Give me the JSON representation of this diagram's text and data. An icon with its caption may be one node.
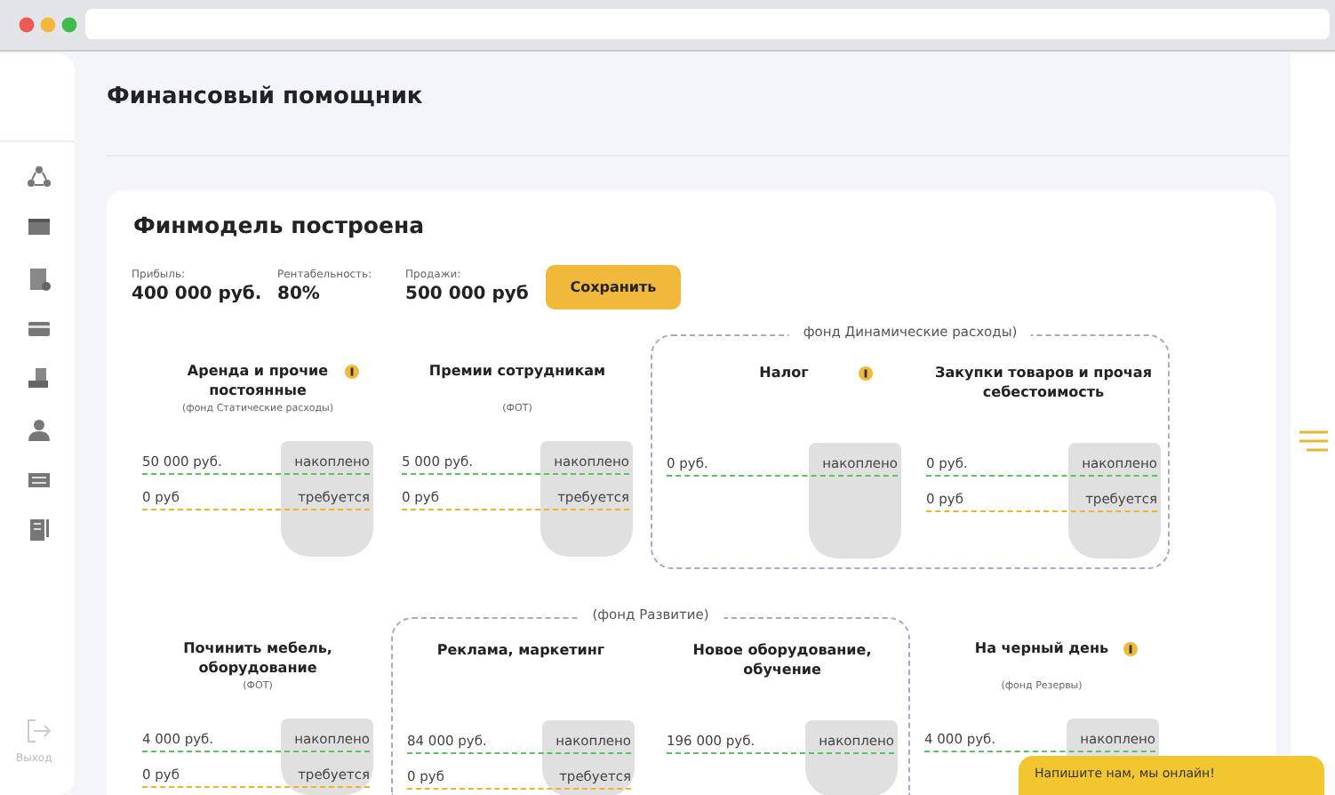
{
  "diagram": {
    "nodes": [
      {
        "text": [
          "фонд Динамические расходы)"
        ]
      },
      {
        "text": [
          "(фонд Развитие)"
        ]
      },
      {
        "text": [
          "Аренда и прочие постоянные",
          "(фонд Статические расходы)",
          "50 000 руб.",
          "накоплено",
          "0 руб",
          "требуется"
        ]
      },
      {
        "text": [
          "Премии сотрудникам",
          "(ФОТ)",
          "5 000 руб.",
          "накоплено",
          "0 руб",
          "требуется"
        ]
      },
      {
        "text": [
          "Налог",
          "0 руб.",
          "накоплено"
        ],
        "in": 0
      },
      {
        "text": [
          "Закупки товаров и прочая себестоимость",
          "0 руб.",
          "накоплено",
          "0 руб",
          "требуется"
        ],
        "in": 0
      },
      {
        "text": [
          "Починить мебель, оборудование",
          "(ФОТ)",
          "4 000 руб.",
          "накоплено",
          "0 руб",
          "требуется"
        ]
      },
      {
        "text": [
          "Реклама, маркетинг",
          "84 000 руб.",
          "накоплено",
          "0 руб",
          "требуется"
        ],
        "in": 1
      },
      {
        "text": [
          "Новое оборудование, обучение",
          "196 000 руб.",
          "накоплено"
        ],
        "in": 1
      },
      {
        "text": [
          "На черный день",
          "(фонд Резервы)",
          "4 000 руб.",
          "накоплено"
        ]
      }
    ],
    "edges": [],
    "labels": [
      "Финансовый помощник",
      "Финмодель построена",
      "Прибыль:",
      "400 000 руб.",
      "Рентабельность:",
      "80%",
      "Продажи:",
      "500 000 руб",
      "Сохранить",
      "Выход",
      "Напишите нам, мы онлайн!"
    ]
  }
}
